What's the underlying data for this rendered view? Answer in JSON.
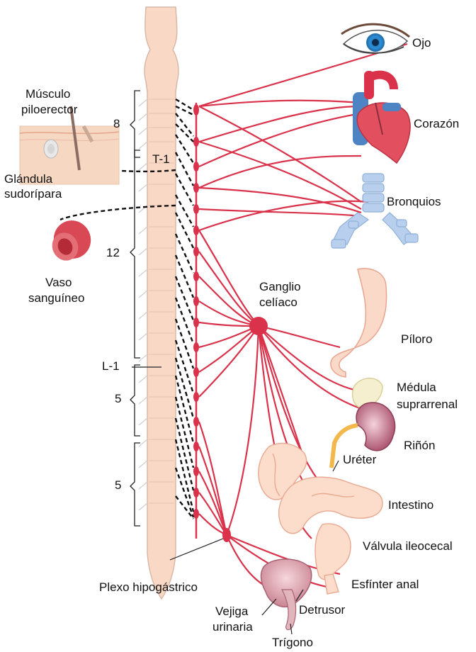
{
  "labels": {
    "musculo_1": "Músculo",
    "musculo_2": "piloerector",
    "glandula_1": "Glándula",
    "glandula_2": "sudorípara",
    "vaso_1": "Vaso",
    "vaso_2": "sanguíneo",
    "seg_8": "8",
    "seg_t1": "T-1",
    "seg_12": "12",
    "seg_l1": "L-1",
    "seg_5a": "5",
    "seg_5b": "5",
    "ojo": "Ojo",
    "corazon": "Corazón",
    "bronquios": "Bronquios",
    "ganglio_1": "Ganglio",
    "ganglio_2": "celíaco",
    "piloro": "Píloro",
    "medula_1": "Médula",
    "medula_2": "suprarrenal",
    "rinon": "Riñón",
    "ureter": "Uréter",
    "intestino": "Intestino",
    "valvula": "Válvula ileocecal",
    "esfinter": "Esfínter anal",
    "plexo": "Plexo hipogástrico",
    "vejiga_1": "Vejiga",
    "vejiga_2": "urinaria",
    "detrusor": "Detrusor",
    "trigono": "Trígono"
  },
  "colors": {
    "nerve": "#d9324a",
    "cord_fill": "#f9d8c6",
    "cord_stroke": "#d9b8a8",
    "preganglionic": "#111111",
    "ureter": "#f2b84b"
  }
}
